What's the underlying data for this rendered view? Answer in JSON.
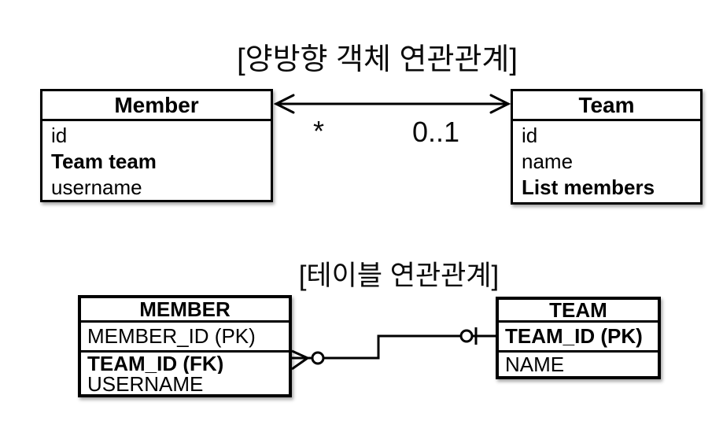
{
  "object_diagram": {
    "title": "[양방향 객체 연관관계]",
    "member": {
      "name": "Member",
      "fields": [
        "id",
        "Team team",
        "username"
      ]
    },
    "team": {
      "name": "Team",
      "fields": [
        "id",
        "name",
        "List members"
      ]
    },
    "association": {
      "member_side_multiplicity": "*",
      "team_side_multiplicity": "0..1",
      "style": "bidirectional-arrow"
    }
  },
  "table_diagram": {
    "title": "[테이블 연관관계]",
    "member": {
      "name": "MEMBER",
      "pk_column": "MEMBER_ID (PK)",
      "fk_column": "TEAM_ID (FK)",
      "other_column": "USERNAME"
    },
    "team": {
      "name": "TEAM",
      "pk_column": "TEAM_ID (PK)",
      "other_column": "NAME"
    },
    "relationship": "zero-or-many to zero-or-one"
  },
  "colors": {
    "background": "#ffffff",
    "line": "#000000",
    "text": "#000000"
  }
}
